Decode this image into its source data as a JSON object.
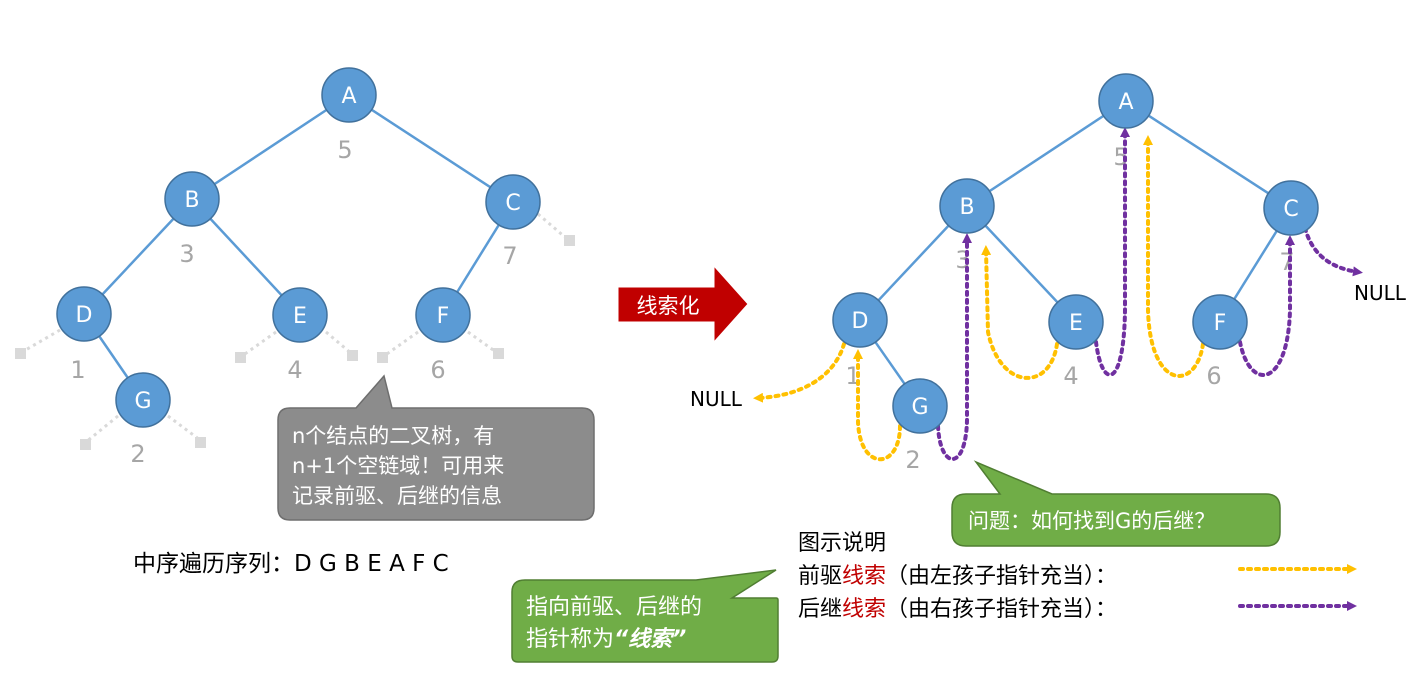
{
  "left_tree": {
    "nodes": {
      "A": "A",
      "B": "B",
      "C": "C",
      "D": "D",
      "E": "E",
      "F": "F",
      "G": "G"
    },
    "inorder_numbers": {
      "A": "5",
      "B": "3",
      "C": "7",
      "D": "1",
      "E": "4",
      "F": "6",
      "G": "2"
    },
    "tooltip": [
      "n个结点的二叉树，有",
      "n+1个空链域！可用来",
      "记录前驱、后继的信息"
    ]
  },
  "inorder": {
    "label": "中序遍历序列：",
    "sequence": "D G B E A F C"
  },
  "arrow_label": "线索化",
  "right_tree": {
    "nodes": {
      "A": "A",
      "B": "B",
      "C": "C",
      "D": "D",
      "E": "E",
      "F": "F",
      "G": "G"
    },
    "inorder_numbers": {
      "A": "5",
      "B": "3",
      "C": "7",
      "D": "1",
      "E": "4",
      "F": "6",
      "G": "2"
    },
    "null_left": "NULL",
    "null_right": "NULL",
    "question": "问题：如何找到G的后继？"
  },
  "callout_thread": {
    "line1": "指向前驱、后继的",
    "line2_prefix": "指针称为",
    "line2_emphasis": "“线索”"
  },
  "legend": {
    "title": "图示说明",
    "pred_prefix": "前驱",
    "pred_word": "线索",
    "pred_suffix": "（由左孩子指针充当）：",
    "succ_prefix": "后继",
    "succ_word": "线索",
    "succ_suffix": "（由右孩子指针充当）："
  },
  "colors": {
    "node_fill": "#5b9bd5",
    "node_stroke": "#41719c",
    "edge": "#5b9bd5",
    "null_stub": "#d9d9d9",
    "number": "#a6a6a6",
    "pred_thread": "#ffc000",
    "succ_thread": "#7030a0",
    "arrow_fill": "#c00000",
    "callout_grey": "#8c8c8c",
    "callout_green": "#70ad47",
    "thread_word": "#c00000"
  }
}
